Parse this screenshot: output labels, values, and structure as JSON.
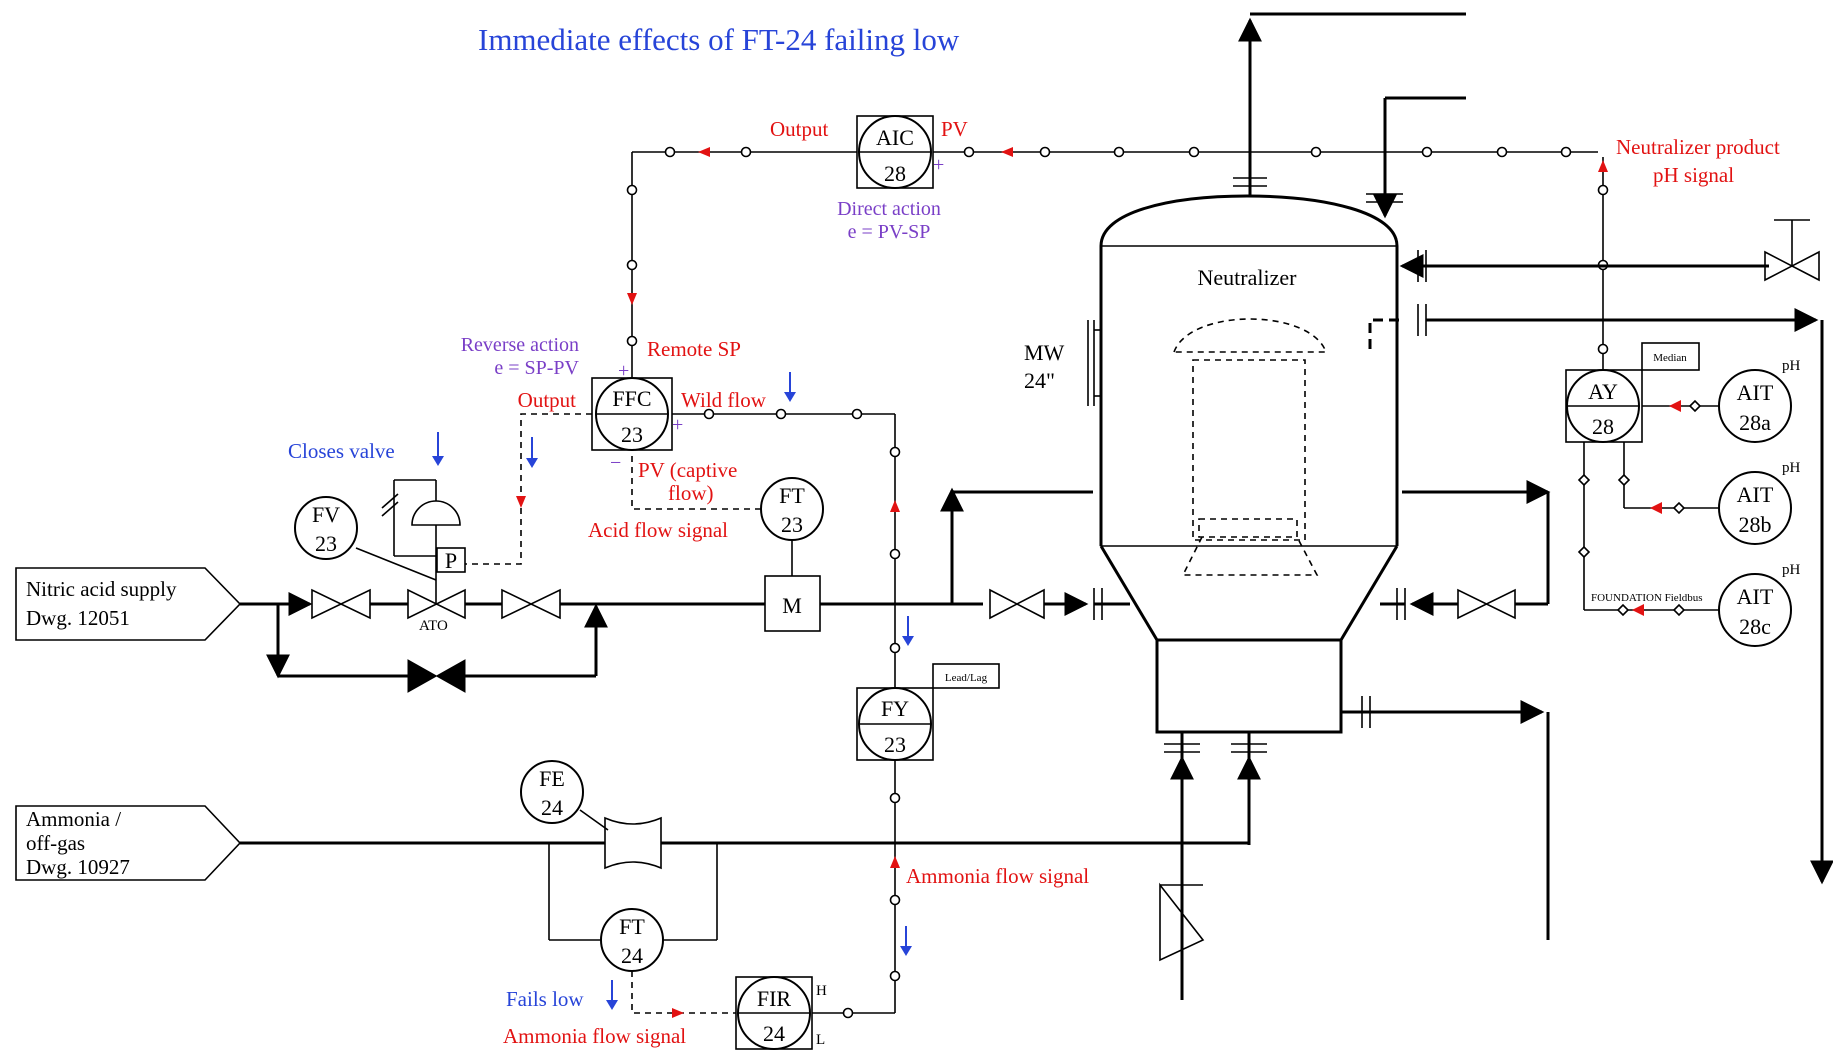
{
  "title": "Immediate effects of FT-24 failing low",
  "colors": {
    "red": "#e21212",
    "blue": "#2744d8",
    "purple": "#7a3fc7",
    "line": "#000000"
  },
  "inputs": {
    "nitric": {
      "line1": "Nitric acid supply",
      "line2": "Dwg. 12051"
    },
    "ammonia": {
      "line1": "Ammonia /",
      "line2": "off-gas",
      "line3": "Dwg. 10927"
    }
  },
  "vessel": {
    "name": "Neutralizer",
    "manway_line1": "MW",
    "manway_line2": "24\""
  },
  "instruments": {
    "aic": {
      "letters": "AIC",
      "number": "28"
    },
    "ffc": {
      "letters": "FFC",
      "number": "23"
    },
    "fv": {
      "letters": "FV",
      "number": "23"
    },
    "ft23": {
      "letters": "FT",
      "number": "23"
    },
    "fy": {
      "letters": "FY",
      "number": "23",
      "function": "Lead/Lag"
    },
    "fe": {
      "letters": "FE",
      "number": "24"
    },
    "ft24": {
      "letters": "FT",
      "number": "24"
    },
    "fir": {
      "letters": "FIR",
      "number": "24",
      "high": "H",
      "low": "L"
    },
    "ay": {
      "letters": "AY",
      "number": "28",
      "function": "Median"
    },
    "ait_a": {
      "letters": "AIT",
      "number": "28a",
      "unit": "pH"
    },
    "ait_b": {
      "letters": "AIT",
      "number": "28b",
      "unit": "pH"
    },
    "ait_c": {
      "letters": "AIT",
      "number": "28c",
      "unit": "pH"
    }
  },
  "labels": {
    "p_box": "P",
    "ato": "ATO",
    "motor": "M",
    "aic_output": "Output",
    "aic_pv": "PV",
    "aic_action_1": "Direct action",
    "aic_action_2": "e = PV-SP",
    "ffc_action_1": "Reverse action",
    "ffc_action_2": "e = SP-PV",
    "remote_sp": "Remote SP",
    "ffc_output": "Output",
    "wild_flow": "Wild flow",
    "pv_captive_1": "PV (captive",
    "pv_captive_2": "flow)",
    "acid_flow_signal": "Acid flow signal",
    "closes_valve": "Closes valve",
    "ammonia_flow_signal_1": "Ammonia flow signal",
    "ammonia_flow_signal_2": "Ammonia flow signal",
    "fails_low": "Fails low",
    "ph_signal_1": "Neutralizer product",
    "ph_signal_2": "pH signal",
    "fieldbus": "FOUNDATION Fieldbus",
    "plus": "+",
    "minus": "−"
  }
}
